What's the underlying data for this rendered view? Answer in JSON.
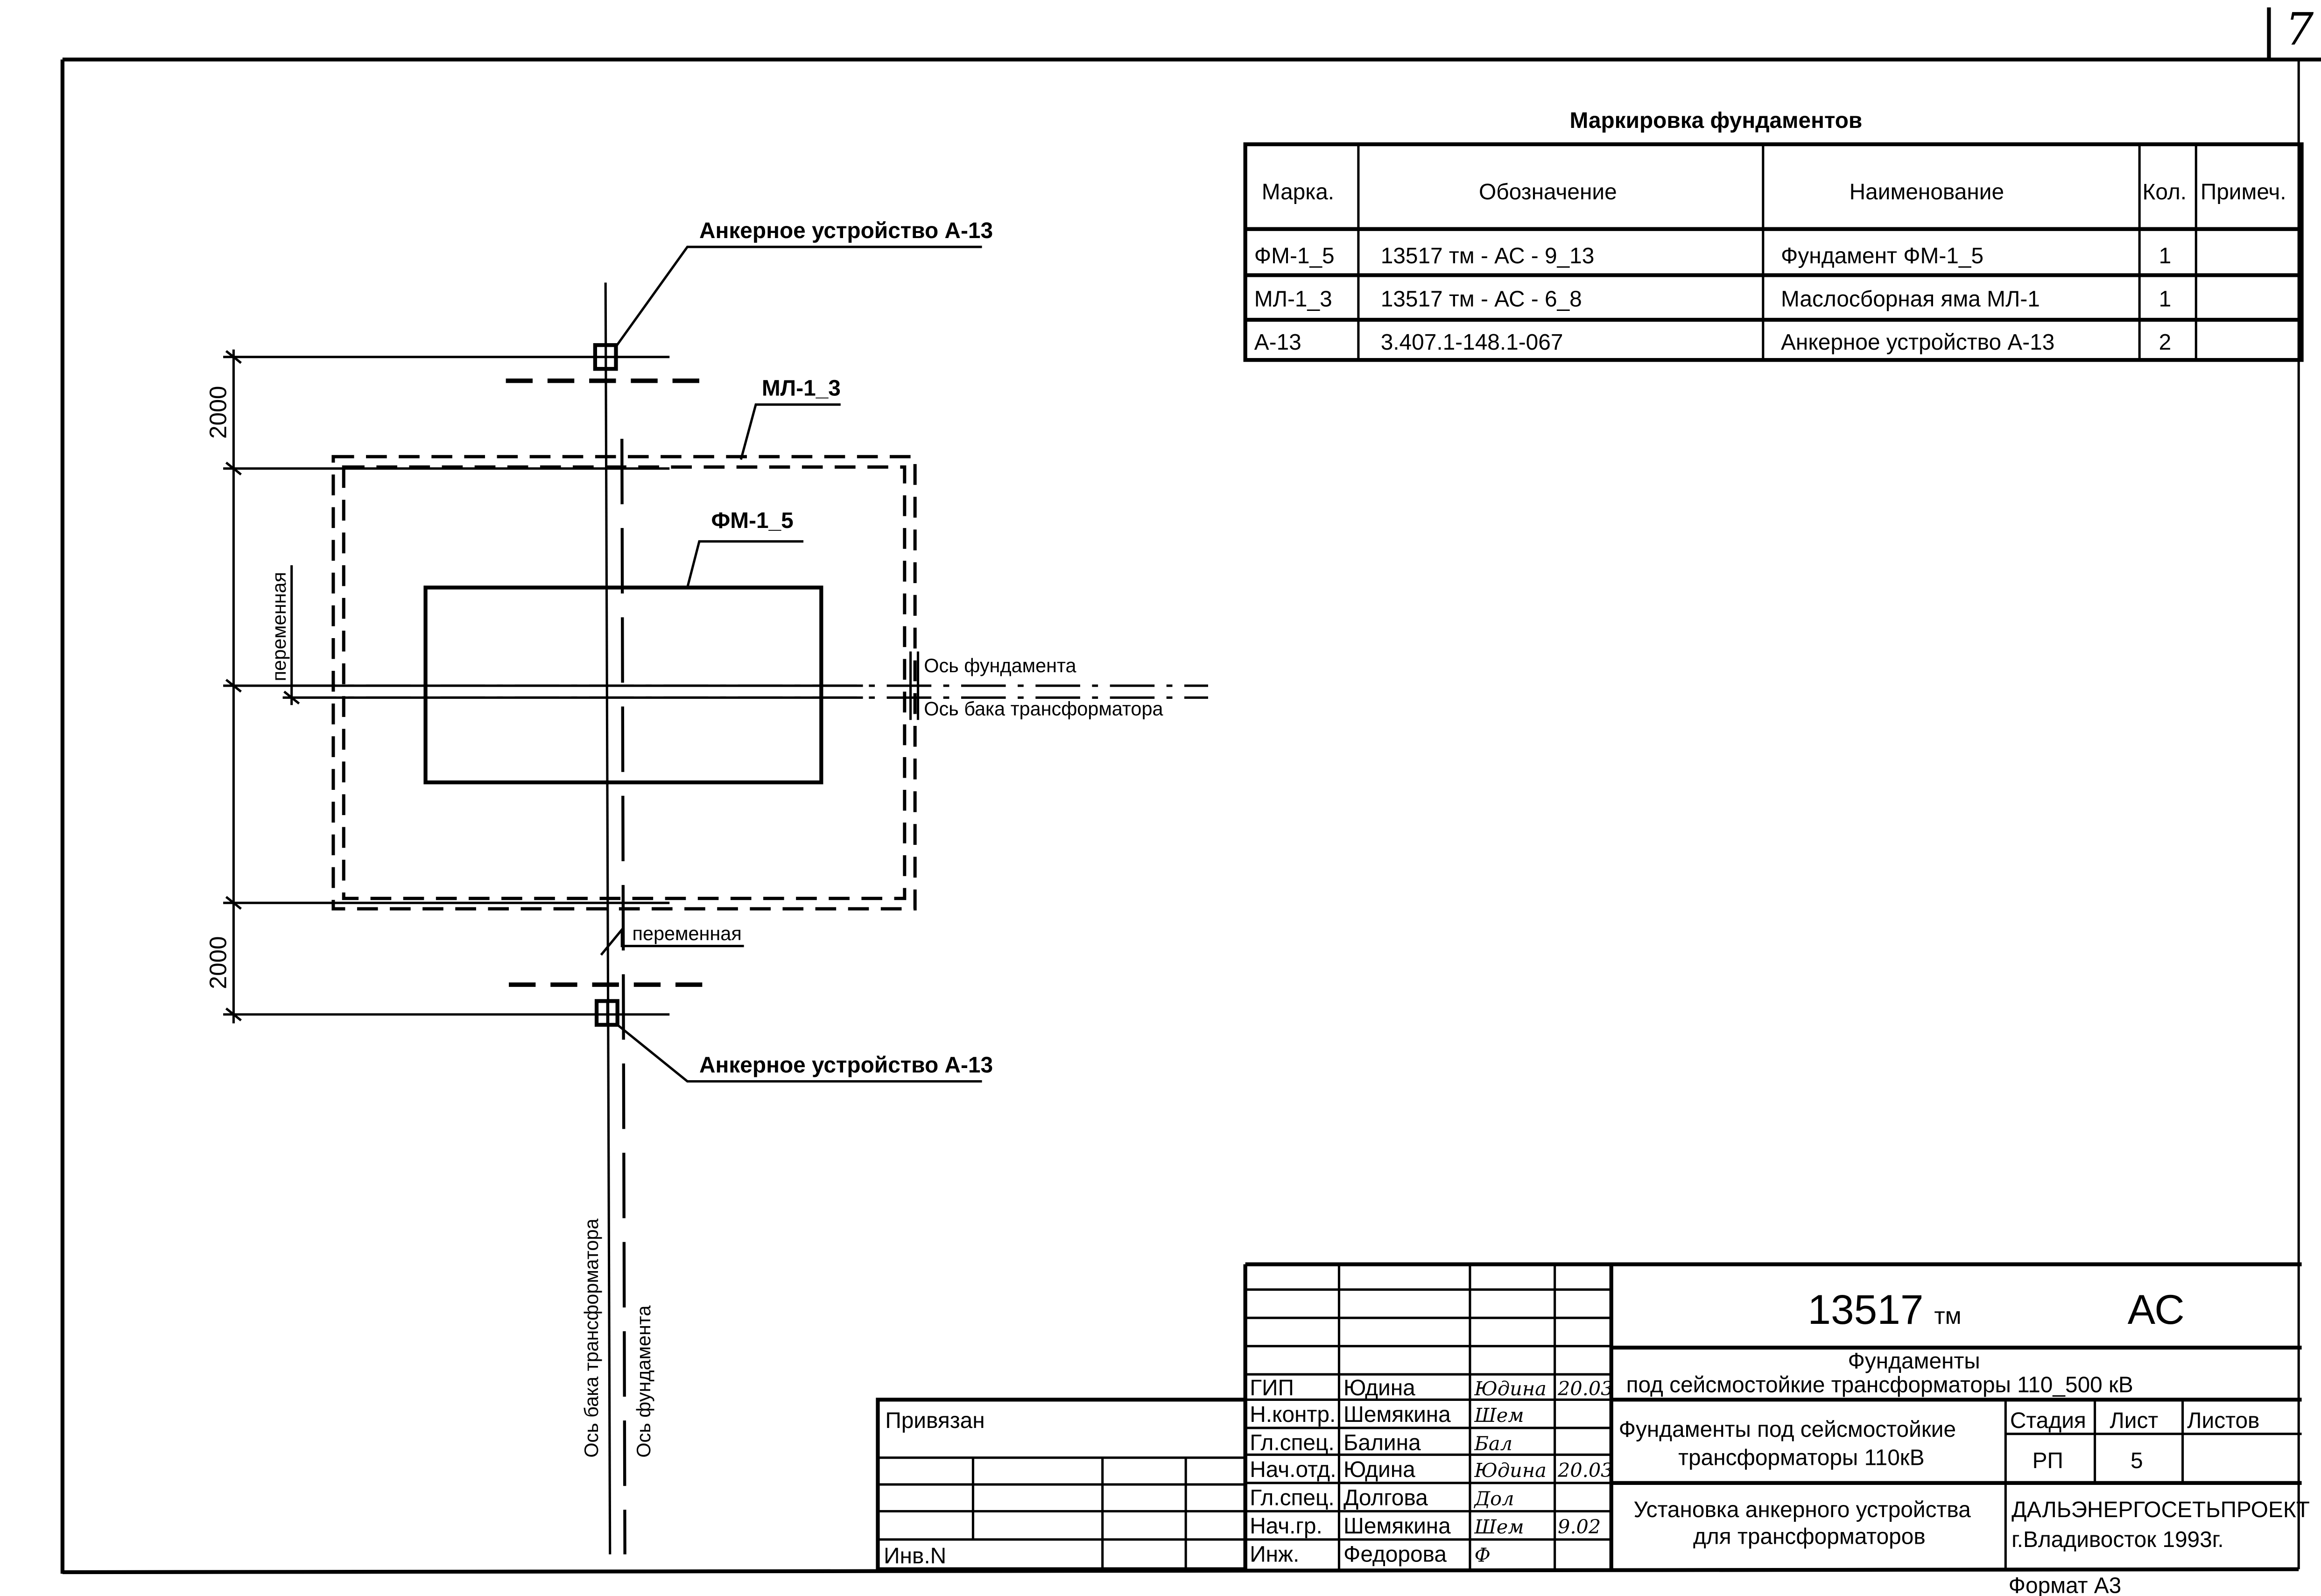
{
  "page_number": "7",
  "marking_table": {
    "title": "Маркировка   фундаментов",
    "headers": [
      "Марка.",
      "Обозначение",
      "Наименование",
      "Кол.",
      "Примеч."
    ],
    "rows": [
      [
        "ФМ-1_5",
        "13517  тм - АС  -  9_13",
        "Фундамент  ФМ-1_5",
        "1",
        ""
      ],
      [
        "МЛ-1_3",
        "13517  тм - АС  -  6_8",
        "Маслосборная  яма МЛ-1",
        "1",
        ""
      ],
      [
        "А-13",
        "3.407.1-148.1-067",
        "Анкерное  устройство  А-13",
        "2",
        ""
      ]
    ]
  },
  "drawing": {
    "anchor_top_label": "Анкерное  устройство  А-13",
    "anchor_bottom_label": "Анкерное  устройство  А-13",
    "ml_label": "МЛ-1_3",
    "fm_label": "ФМ-1_5",
    "axis_foundation": "Ось  фундамента",
    "axis_tank": "Ось  бака  трансформатора",
    "variable_left": "переменная",
    "variable_bottom": "переменная",
    "dim_top": "2000",
    "dim_bottom": "2000",
    "vertical_axis_tank": "Ось  бака  трансформатора",
    "vertical_axis_foundation": "Ось  фундамента"
  },
  "title_block": {
    "code": "13517",
    "code_suffix": "тм",
    "section": "АС",
    "project_title_line1": "Фундаменты",
    "project_title_line2": "под  сейсмостойкие  трансформаторы  110_500  кВ",
    "sheet_title_line1": "Фундаменты  под  сейсмостойкие",
    "sheet_title_line2": "трансформаторы  110кВ",
    "drawing_title_line1": "Установка  анкерного  устройства",
    "drawing_title_line2": "для  трансформаторов",
    "stage_header": "Стадия",
    "sheet_header": "Лист",
    "sheets_header": "Листов",
    "stage": "РП",
    "sheet": "5",
    "sheets": "",
    "organization": "ДАЛЬЭНЕРГОСЕТЬПРОЕКТ",
    "city_year": "г.Владивосток  1993г.",
    "format": "Формат  А3",
    "bound_label": "Привязан",
    "inv_label": "Инв.N",
    "signatures": [
      {
        "role": "ГИП",
        "name": "Юдина",
        "sign": "Юдина",
        "date": "20.03"
      },
      {
        "role": "Н.контр.",
        "name": "Шемякина",
        "sign": "Шем",
        "date": ""
      },
      {
        "role": "Гл.спец.",
        "name": "Балина",
        "sign": "Бал",
        "date": ""
      },
      {
        "role": "Нач.отд.",
        "name": "Юдина",
        "sign": "Юдина",
        "date": "20.03"
      },
      {
        "role": "Гл.спец.",
        "name": "Долгова",
        "sign": "Дол",
        "date": ""
      },
      {
        "role": "Нач.гр.",
        "name": "Шемякина",
        "sign": "Шем",
        "date": "9.02"
      },
      {
        "role": "Инж.",
        "name": "Федорова",
        "sign": "Ф",
        "date": ""
      }
    ]
  }
}
